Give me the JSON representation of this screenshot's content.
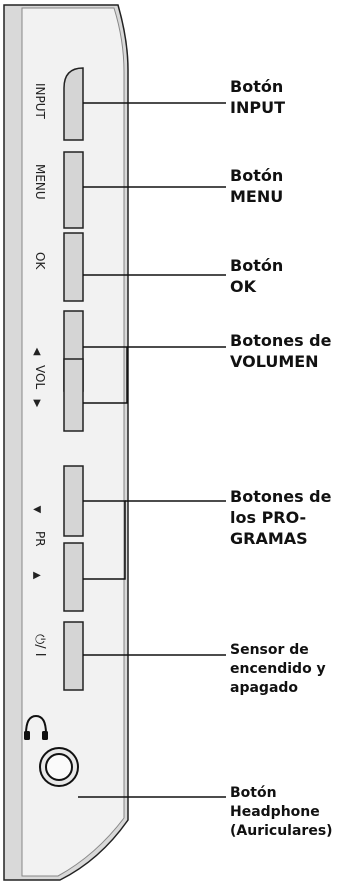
{
  "panel_text": {
    "input": "INPUT",
    "menu": "MENU",
    "ok": "OK",
    "vol_up": "▲",
    "vol": "VOL",
    "vol_down": "▼",
    "pr_up": "◀",
    "pr": "PR",
    "pr_down": "▶",
    "power": "⏻/ I",
    "headphone_icon": "headphone-icon"
  },
  "callouts": {
    "input": [
      "Botón",
      "INPUT"
    ],
    "menu": [
      "Botón",
      "MENU"
    ],
    "ok": [
      "Botón",
      "OK"
    ],
    "volume": [
      "Botones de",
      "VOLUMEN"
    ],
    "programs": [
      "Botones de",
      "los PRO-",
      "GRAMAS"
    ],
    "power": [
      "Sensor de",
      "encendido y",
      "apagado"
    ],
    "headphone": [
      "Botón",
      "Headphone",
      "(Auriculares)"
    ]
  }
}
